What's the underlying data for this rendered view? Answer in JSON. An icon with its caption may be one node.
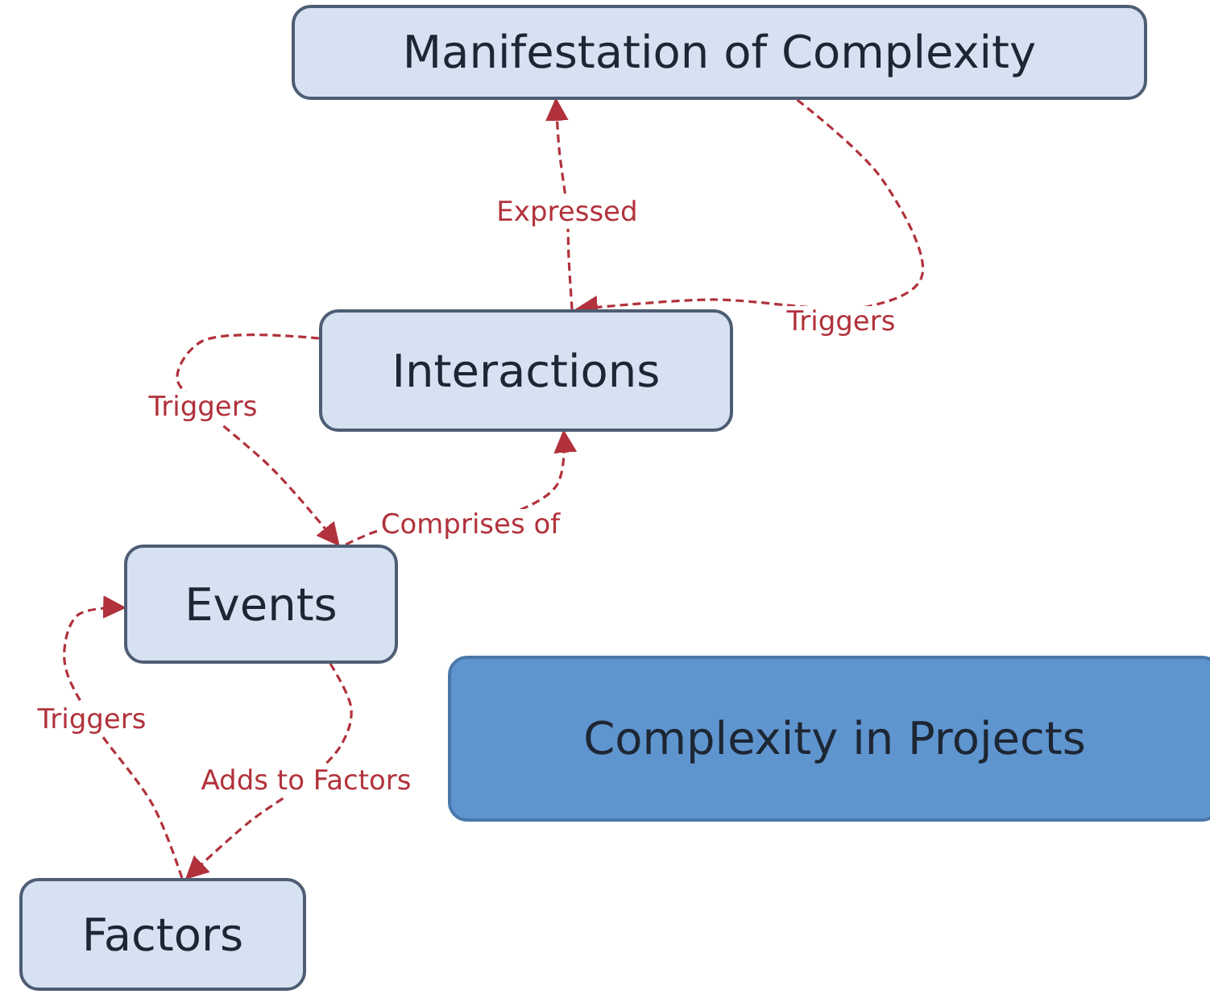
{
  "diagram": {
    "nodes": [
      {
        "text": [
          "Manifestation of Complexity"
        ]
      },
      {
        "text": [
          "Interactions"
        ]
      },
      {
        "text": [
          "Events"
        ]
      },
      {
        "text": [
          "Complexity in Projects"
        ]
      },
      {
        "text": [
          "Factors"
        ]
      }
    ],
    "edges": [
      {
        "from": 1,
        "to": 0,
        "arrow": "to",
        "label": "Expressed",
        "style": "dashed"
      },
      {
        "from": 0,
        "to": 1,
        "arrow": "to",
        "label": "Triggers",
        "style": "dashed"
      },
      {
        "from": 1,
        "to": 2,
        "arrow": "to",
        "label": "Triggers",
        "style": "dashed"
      },
      {
        "from": 2,
        "to": 1,
        "arrow": "to",
        "label": "Comprises of",
        "style": "dashed"
      },
      {
        "from": 4,
        "to": 2,
        "arrow": "to",
        "label": "Triggers",
        "style": "dashed"
      },
      {
        "from": 2,
        "to": 4,
        "arrow": "to",
        "label": "Adds to Factors",
        "style": "dashed"
      }
    ]
  }
}
